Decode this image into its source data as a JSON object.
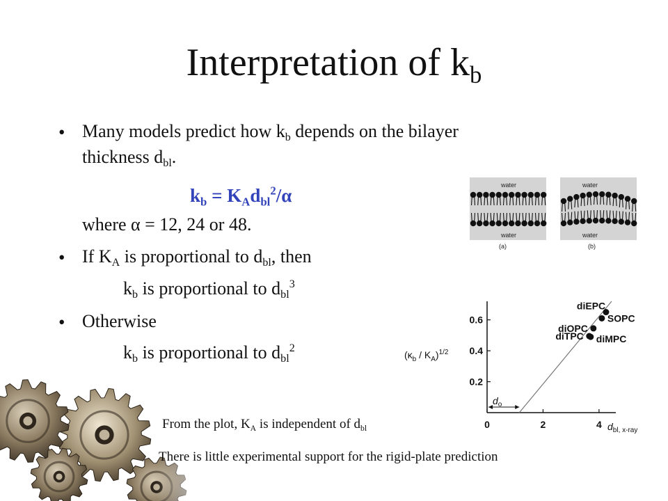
{
  "title": {
    "text": "Interpretation of k",
    "sub": "b"
  },
  "bullets": [
    {
      "segments": [
        "Many models predict how k",
        "b",
        " depends on the bilayer"
      ],
      "line2": [
        "thickness d",
        "bl",
        "."
      ]
    },
    {
      "formula": [
        "k",
        "b",
        " = K",
        "A",
        "d",
        "bl",
        "2",
        "/α"
      ],
      "where": "where α = 12, 24 or 48."
    },
    {
      "segments": [
        "If K",
        "A",
        " is proportional to d",
        "bl",
        ", then"
      ],
      "line2": [
        "k",
        "b",
        " is proportional to d",
        "bl",
        "3"
      ]
    },
    {
      "text": "Otherwise",
      "line2": [
        "k",
        "b",
        " is proportional to d",
        "bl",
        "2"
      ]
    }
  ],
  "notes": {
    "plot_note": [
      "From the plot, K",
      "A",
      " is independent of d",
      "bl"
    ],
    "support_note": "There is little experimental support for the rigid-plate prediction"
  },
  "membrane": {
    "top_label": "water",
    "bottom_label": "water",
    "panel_a": "(a)",
    "panel_b": "(b)"
  },
  "chart_data": {
    "type": "scatter",
    "ylabel": [
      "(κ",
      "b",
      " / K",
      "A",
      ")",
      "1/2"
    ],
    "xlabel": [
      "d",
      "bl, x-ray"
    ],
    "xlim": [
      0,
      4.6
    ],
    "ylim": [
      0,
      0.72
    ],
    "xticks": [
      0,
      2,
      4
    ],
    "yticks": [
      0.2,
      0.4,
      0.6
    ],
    "offset_label": [
      "d",
      "o"
    ],
    "points": [
      {
        "label": "diEPC",
        "x": 4.25,
        "y": 0.65
      },
      {
        "label": "SOPC",
        "x": 4.1,
        "y": 0.61
      },
      {
        "label": "diOPC",
        "x": 3.8,
        "y": 0.545
      },
      {
        "label": "diTPC",
        "x": 3.65,
        "y": 0.495
      },
      {
        "label": "diMPC",
        "x": 3.7,
        "y": 0.49
      }
    ],
    "fit_line": {
      "x": [
        1.15,
        4.45
      ],
      "y": [
        0.0,
        0.72
      ]
    }
  }
}
